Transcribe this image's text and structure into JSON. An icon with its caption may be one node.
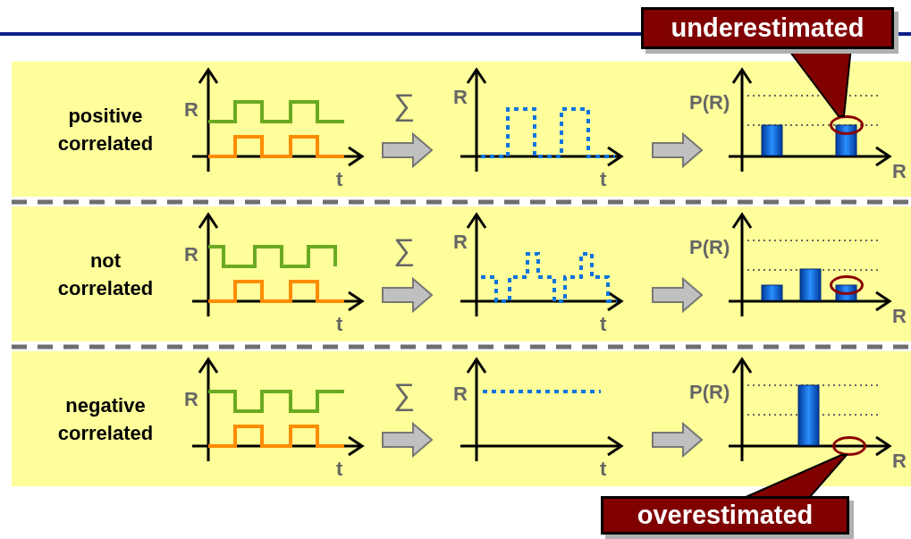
{
  "diagram": {
    "nodes": [
      {
        "text": [
          "underestimated"
        ]
      },
      {
        "text": [
          "positive correlated"
        ]
      },
      {
        "text": [],
        "shape": "circle",
        "in": 1
      },
      {
        "text": [
          "not correlated"
        ]
      },
      {
        "text": [],
        "shape": "circle",
        "in": 3
      },
      {
        "text": [
          "negative correlated"
        ]
      },
      {
        "text": [],
        "shape": "circle",
        "in": 5
      },
      {
        "text": [
          "overestimated"
        ]
      }
    ],
    "edges": [
      {
        "from": 0,
        "to": 2,
        "arrow": "none"
      },
      {
        "from": 7,
        "to": 6,
        "arrow": "none"
      }
    ],
    "labels": [
      "R",
      "t",
      "∑",
      "R",
      "t",
      "P(R)",
      "R",
      "R",
      "t",
      "∑",
      "R",
      "t",
      "P(R)",
      "R",
      "R",
      "t",
      "∑",
      "R",
      "t",
      "P(R)",
      "R"
    ]
  }
}
